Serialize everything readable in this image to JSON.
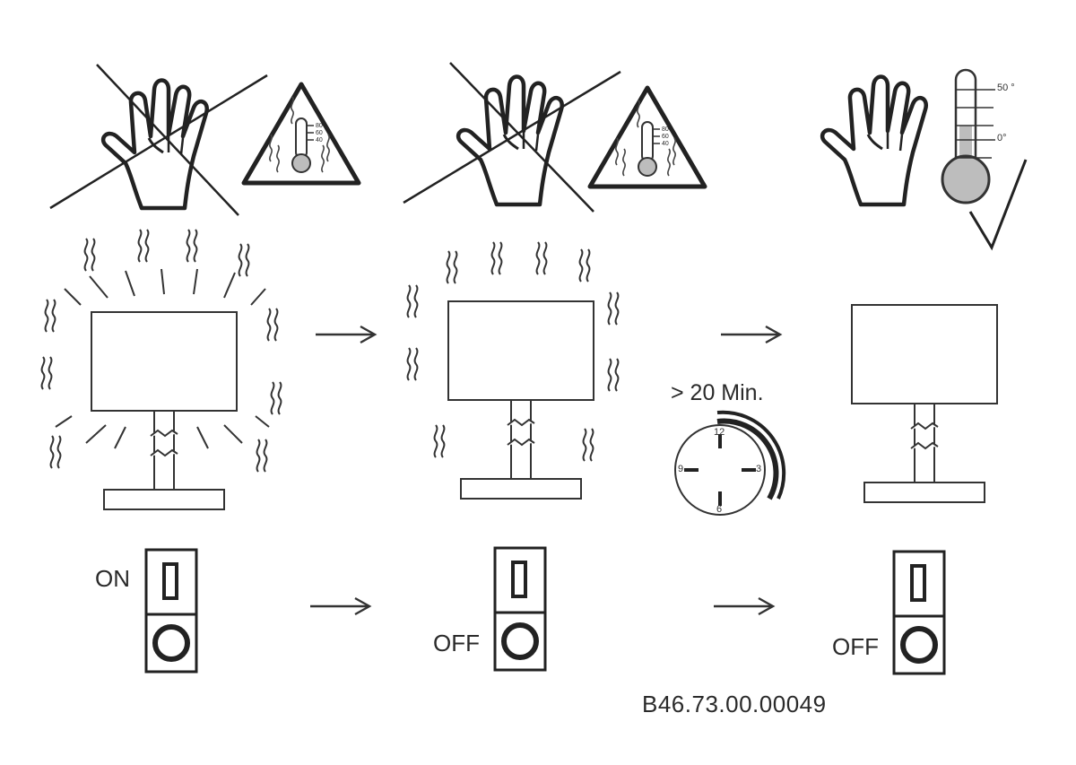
{
  "labels": {
    "switch_on": "ON",
    "switch_off_1": "OFF",
    "switch_off_2": "OFF",
    "wait_time": "> 20 Min.",
    "doc_code": "B46.73.00.00049",
    "thermo_high": "50 °",
    "thermo_low": "0°"
  },
  "clock": {
    "numbers": [
      "12",
      "3",
      "6",
      "9"
    ]
  },
  "triangle_thermo_ticks": [
    "80",
    "60",
    "40"
  ],
  "icons": {
    "hand": "hand-icon",
    "warning": "hot-surface-warning-icon",
    "thermometer": "thermometer-icon",
    "clock": "clock-icon",
    "check": "checkmark-icon"
  },
  "colors": {
    "line": "#2a2a2a",
    "mercury": "#bdbdbd"
  }
}
